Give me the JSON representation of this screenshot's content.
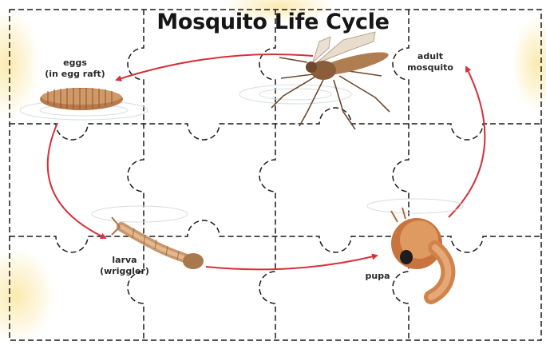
{
  "title": "Mosquito Life Cycle",
  "stages": {
    "eggs": "eggs\n(in egg raft)",
    "adult": "adult\nmosquito",
    "larva": "larva\n(wriggler)",
    "pupa": "pupa"
  },
  "colors": {
    "arrow": "#d6313a",
    "puzzle_lines": "#1a1a1a",
    "egg_raft": "#b77a4c",
    "larva": "#c9956a",
    "pupa": "#c9743f",
    "mosquito": "#9a6a42",
    "watermark": "#f3c418"
  }
}
